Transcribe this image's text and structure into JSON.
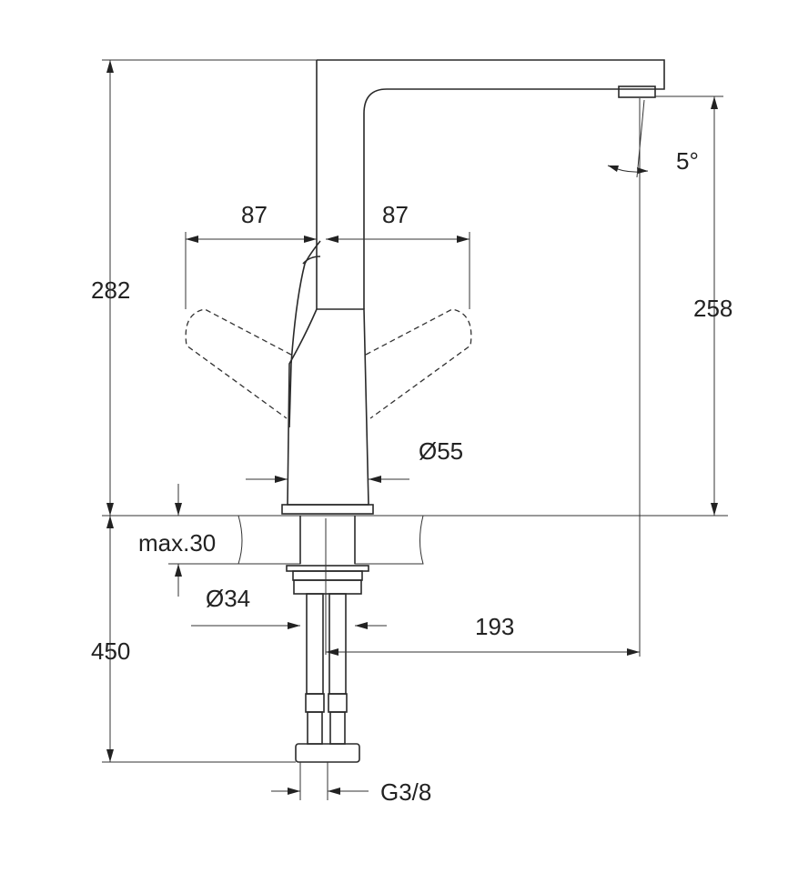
{
  "drawing": {
    "title": "Faucet dimension drawing",
    "labels": {
      "total_height": "282",
      "spout_height": "258",
      "handle_left": "87",
      "handle_right": "87",
      "spout_angle": "5°",
      "body_diameter": "Ø55",
      "max_thickness": "max.30",
      "shank_diameter": "Ø34",
      "spout_reach": "193",
      "hose_length": "450",
      "connection": "G3/8"
    }
  }
}
